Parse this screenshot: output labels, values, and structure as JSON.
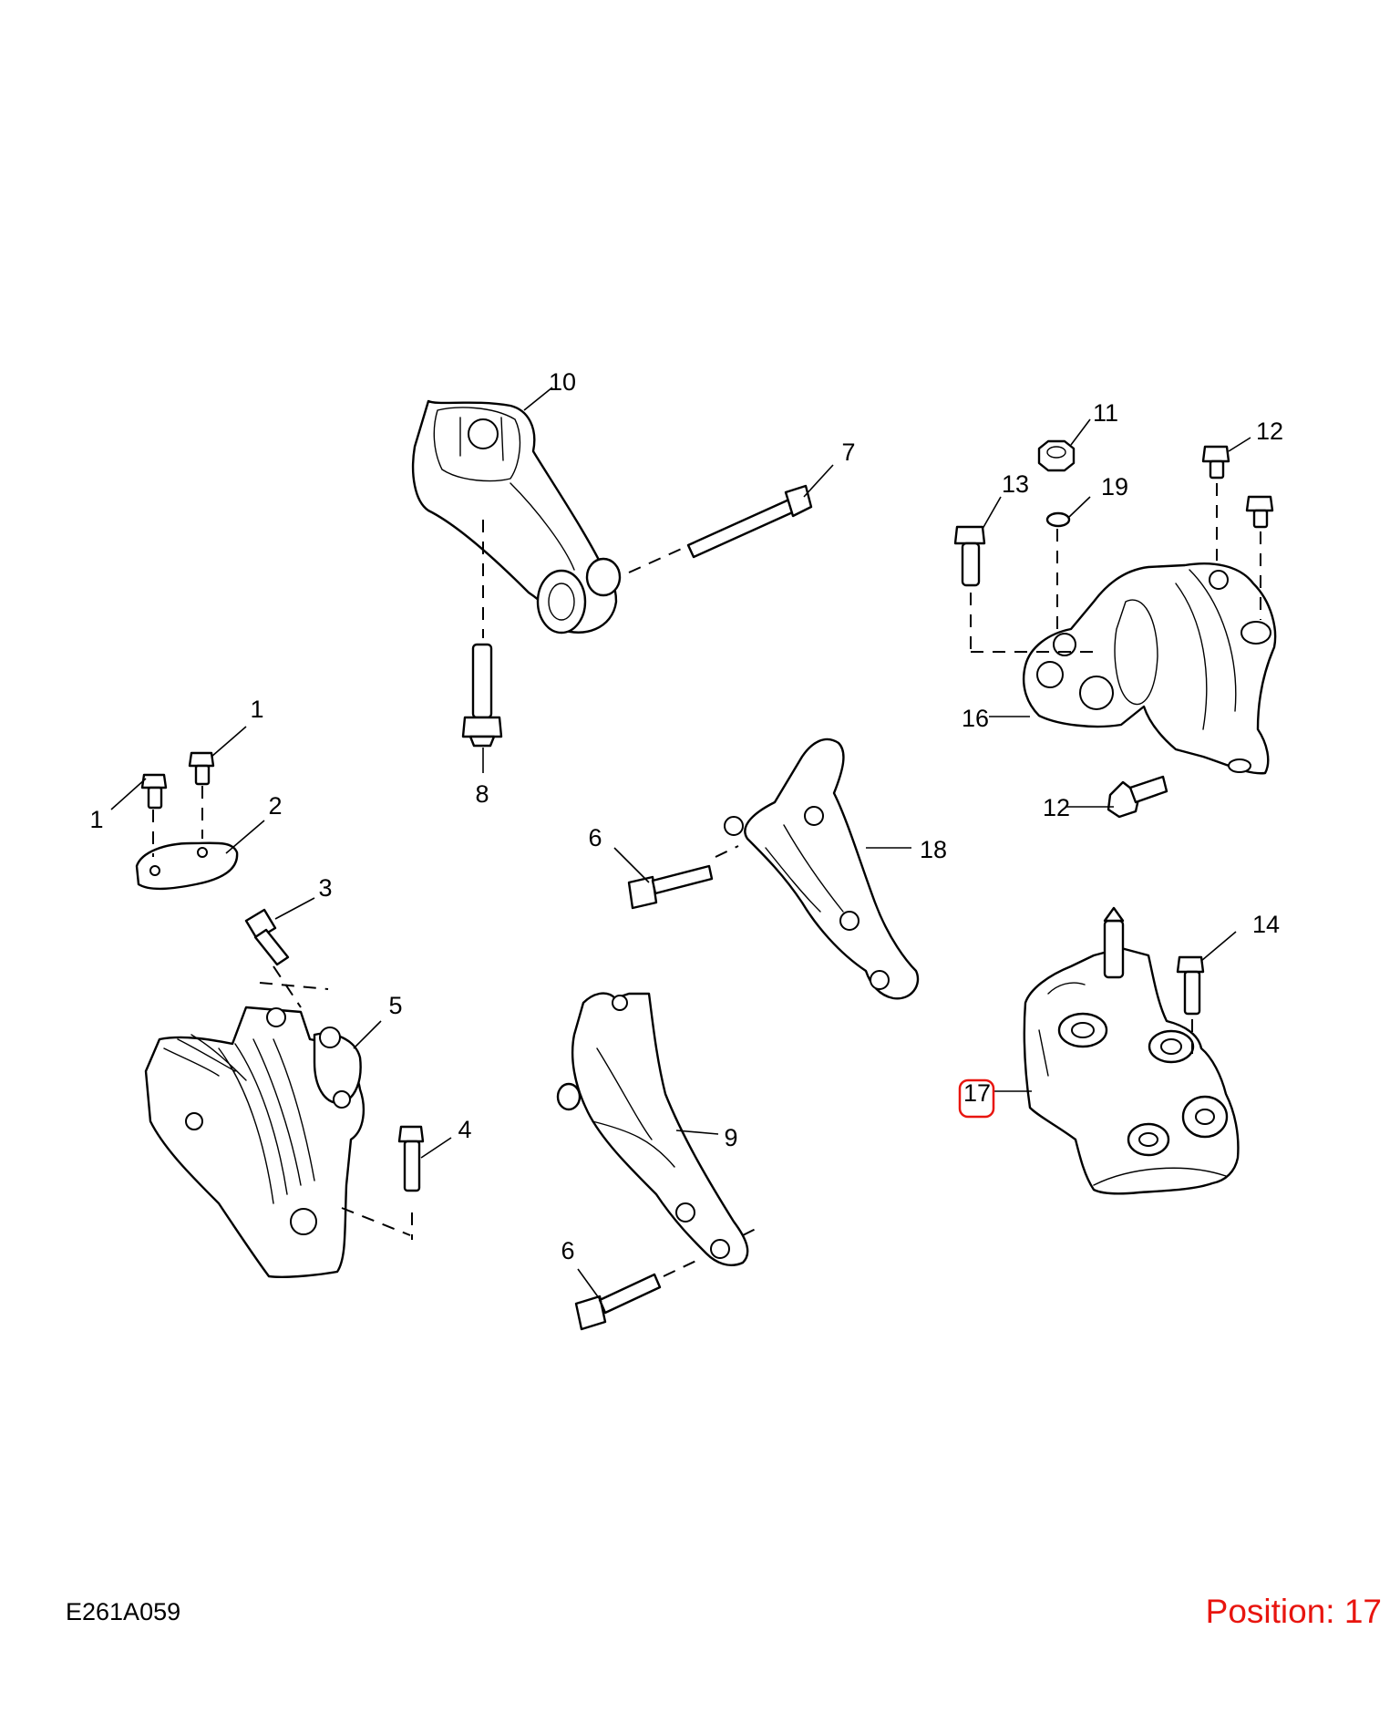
{
  "callouts": [
    "1",
    "1",
    "2",
    "3",
    "4",
    "5",
    "6",
    "6",
    "7",
    "8",
    "9",
    "10",
    "11",
    "12",
    "12",
    "13",
    "14",
    "16",
    "17",
    "18",
    "19"
  ],
  "highlight": {
    "label": "17",
    "color": "#e8150f"
  },
  "footer": {
    "code": "E261A059",
    "position": "Position: 17"
  }
}
